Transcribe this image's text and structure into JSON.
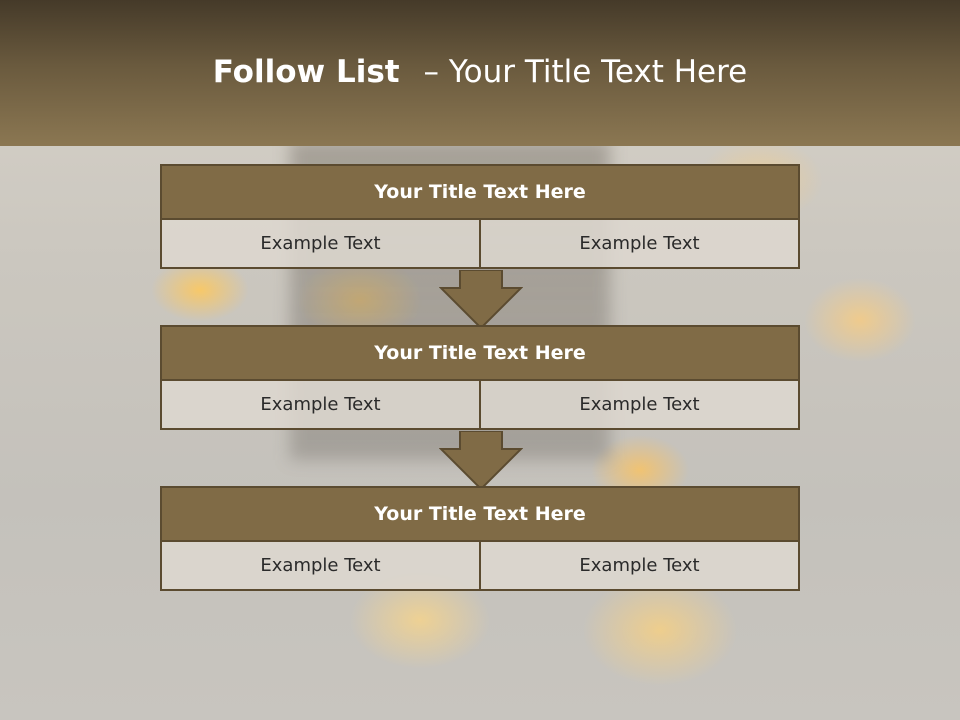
{
  "slide": {
    "title_bold": "Follow List",
    "title_separator": "–",
    "title_rest": "Your Title Text Here"
  },
  "blocks": [
    {
      "title": "Your Title Text Here",
      "left_text": "Example Text",
      "right_text": "Example Text"
    },
    {
      "title": "Your Title Text Here",
      "left_text": "Example Text",
      "right_text": "Example Text"
    },
    {
      "title": "Your Title Text Here",
      "left_text": "Example Text",
      "right_text": "Example Text"
    }
  ],
  "colors": {
    "header_dark": "#453a29",
    "header_light": "#8b7752",
    "block_title": "#806b46",
    "border": "#5b4b30",
    "cell": "#ddd7cf",
    "arrow": "#806b46"
  }
}
